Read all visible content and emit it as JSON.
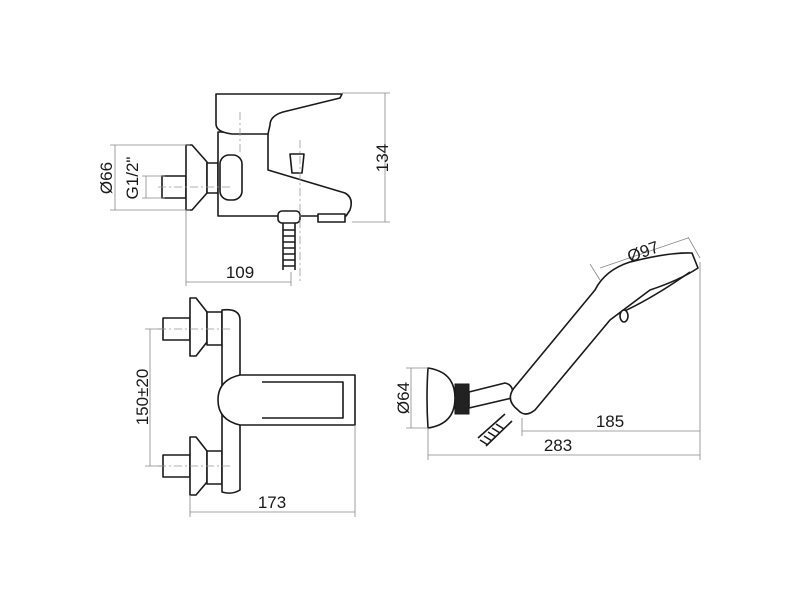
{
  "drawing": {
    "side_view": {
      "height_dim": "134",
      "depth_dim": "109",
      "flange_dim": "Ø66",
      "thread_dim": "G1/2\""
    },
    "front_view": {
      "spacing_dim": "150±20",
      "width_dim": "173"
    },
    "hand_shower": {
      "head_dim": "Ø97",
      "bracket_dim": "Ø64",
      "reach_dim": "185",
      "total_dim": "283"
    },
    "colors": {
      "line": "#1a1a1a",
      "dimension": "#888888"
    }
  }
}
